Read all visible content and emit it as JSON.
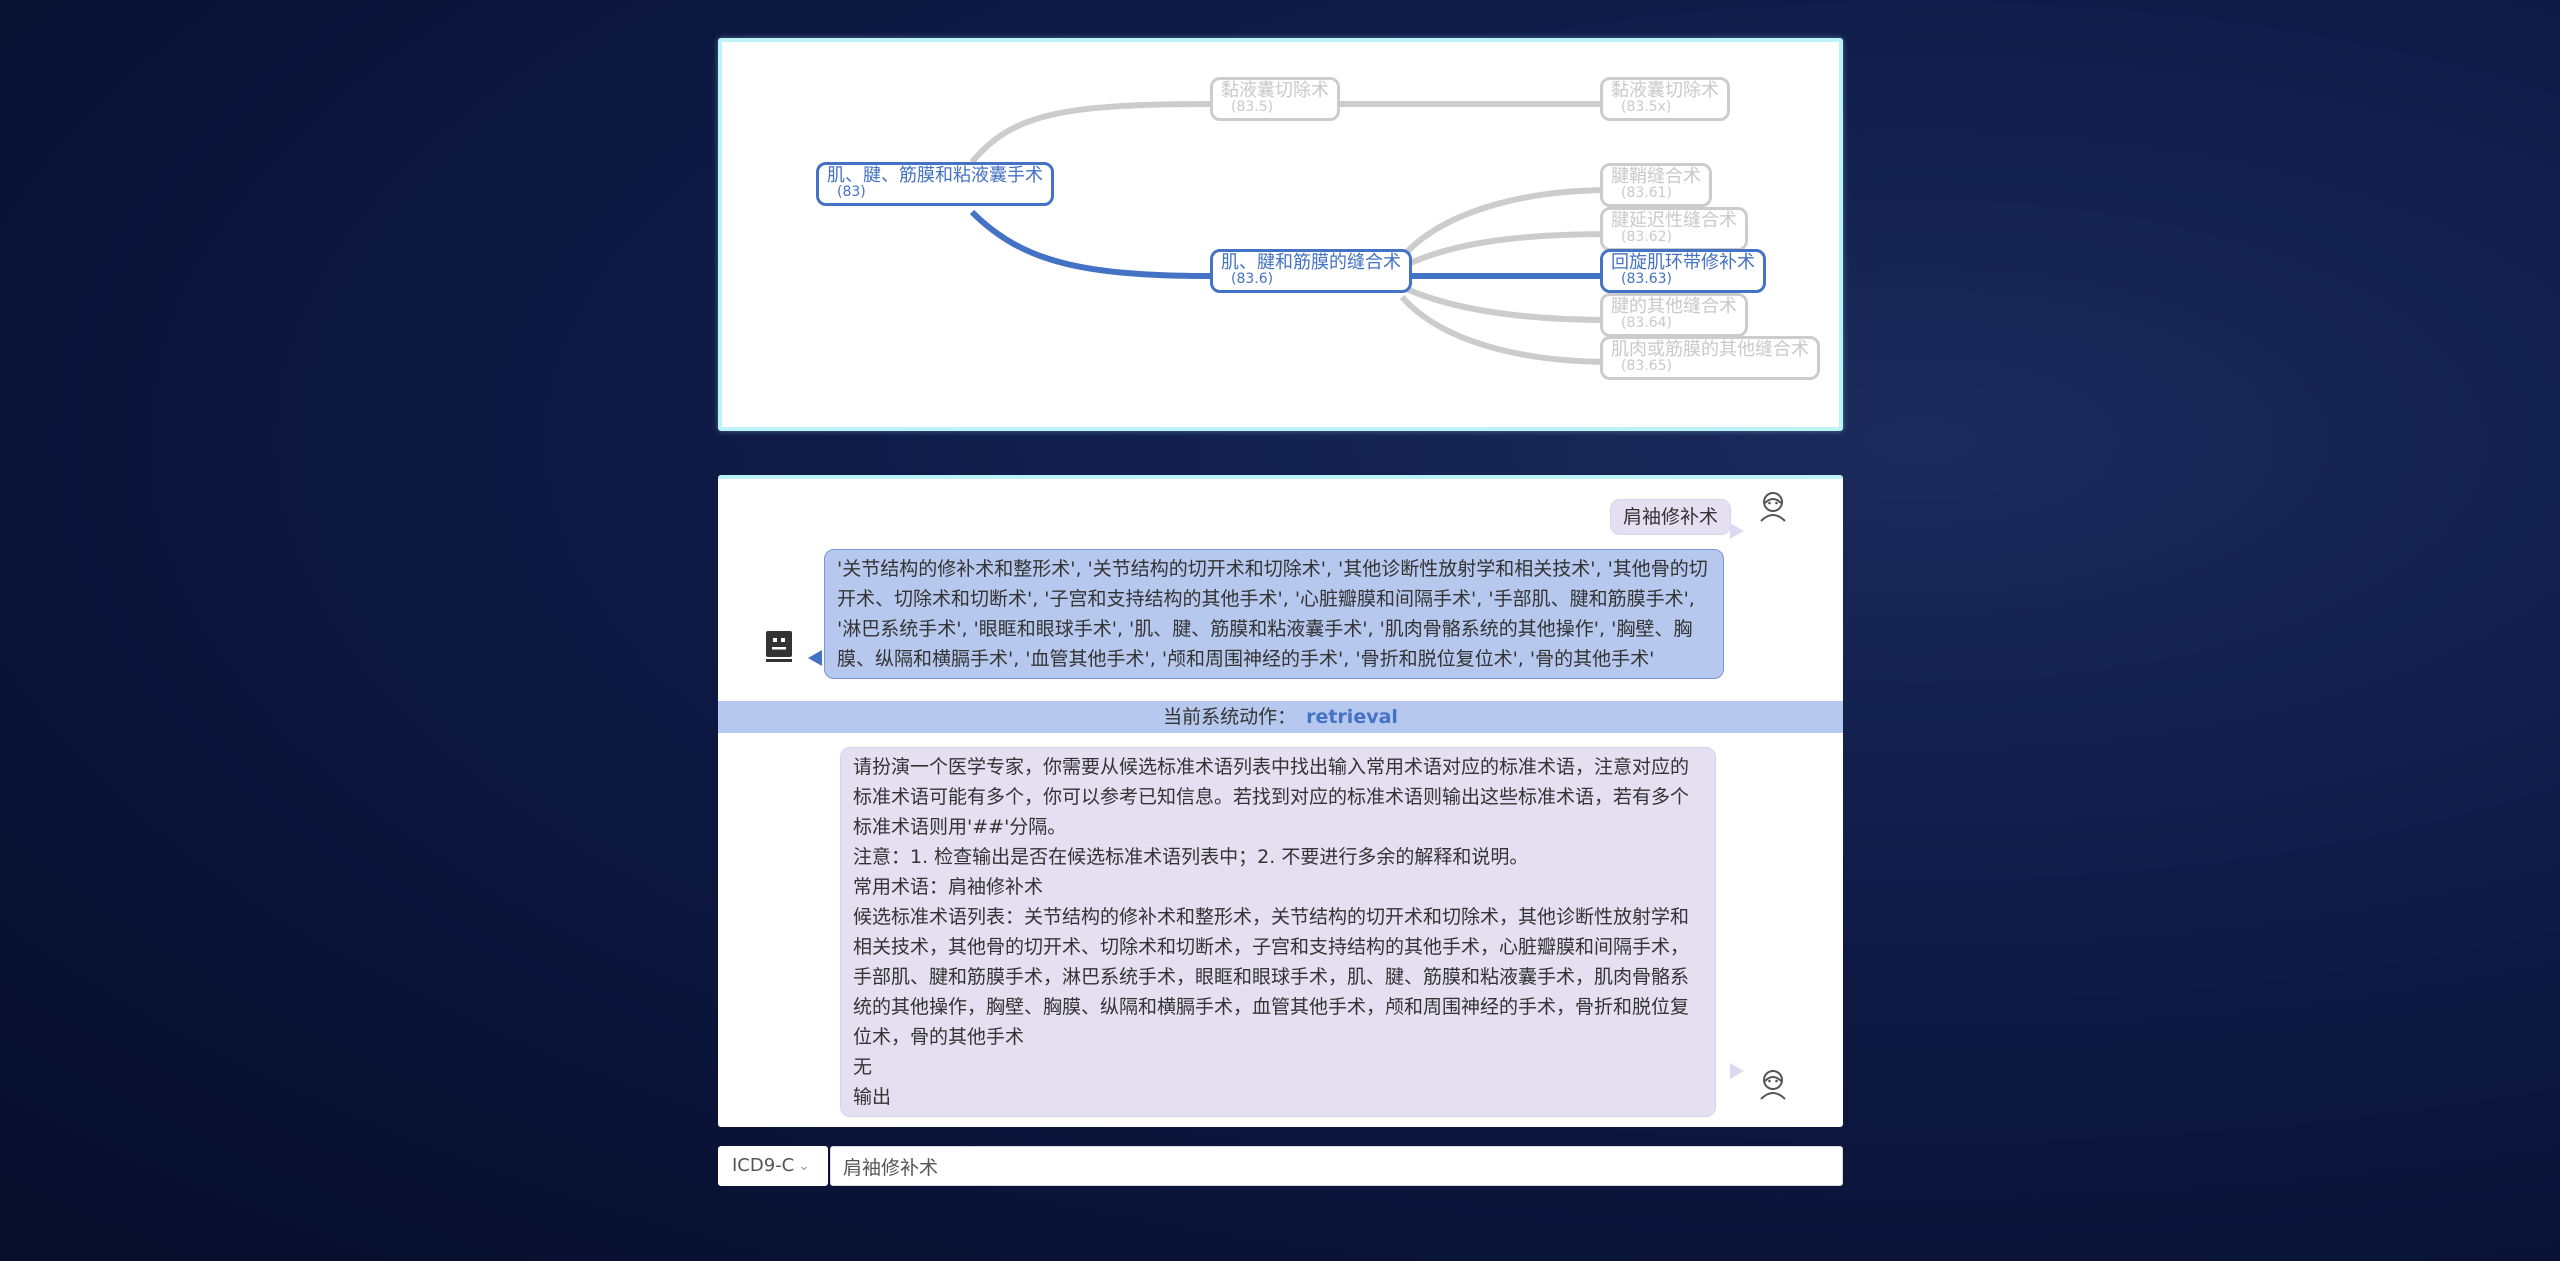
{
  "colors": {
    "accent": "#4472c4",
    "inactive": "#cccccc",
    "panel_border": "#bdf3f6",
    "bot_bubble": "#b7c8ee",
    "user_bubble": "#e4e0f2"
  },
  "tree": {
    "nodes": [
      {
        "id": "n83",
        "name": "肌、腱、筋膜和粘液囊手术",
        "code": "(83)",
        "active": true
      },
      {
        "id": "n835",
        "name": "黏液囊切除术",
        "code": "(83.5)",
        "active": false
      },
      {
        "id": "n835x",
        "name": "黏液囊切除术",
        "code": "(83.5x)",
        "active": false
      },
      {
        "id": "n836",
        "name": "肌、腱和筋膜的缝合术",
        "code": "(83.6)",
        "active": true
      },
      {
        "id": "n8361",
        "name": "腱鞘缝合术",
        "code": "(83.61)",
        "active": false
      },
      {
        "id": "n8362",
        "name": "腱延迟性缝合术",
        "code": "(83.62)",
        "active": false
      },
      {
        "id": "n8363",
        "name": "回旋肌环带修补术",
        "code": "(83.63)",
        "active": true
      },
      {
        "id": "n8364",
        "name": "腱的其他缝合术",
        "code": "(83.64)",
        "active": false
      },
      {
        "id": "n8365",
        "name": "肌肉或筋膜的其他缝合术",
        "code": "(83.65)",
        "active": false
      }
    ]
  },
  "chat": {
    "user_query": "肩袖修补术",
    "bot_reply": "'关节结构的修补术和整形术', '关节结构的切开术和切除术', '其他诊断性放射学和相关技术', '其他骨的切开术、切除术和切断术', '子宫和支持结构的其他手术', '心脏瓣膜和间隔手术', '手部肌、腱和筋膜手术', '淋巴系统手术', '眼眶和眼球手术', '肌、腱、筋膜和粘液囊手术', '肌肉骨骼系统的其他操作', '胸壁、胸膜、纵隔和横膈手术', '血管其他手术', '颅和周围神经的手术', '骨折和脱位复位术', '骨的其他手术'",
    "action_label": "当前系统动作：",
    "action_value": "retrieval",
    "prompt_lines": [
      "请扮演一个医学专家，你需要从候选标准术语列表中找出输入常用术语对应的标准术语，注意对应的标准术语可能有多个，你可以参考已知信息。若找到对应的标准术语则输出这些标准术语，若有多个标准术语则用'##'分隔。",
      "注意：1. 检查输出是否在候选标准术语列表中；2. 不要进行多余的解释和说明。",
      "常用术语：肩袖修补术",
      "候选标准术语列表：关节结构的修补术和整形术，关节结构的切开术和切除术，其他诊断性放射学和相关技术，其他骨的切开术、切除术和切断术，子宫和支持结构的其他手术，心脏瓣膜和间隔手术，手部肌、腱和筋膜手术，淋巴系统手术，眼眶和眼球手术，肌、腱、筋膜和粘液囊手术，肌肉骨骼系统的其他操作，胸壁、胸膜、纵隔和横膈手术，血管其他手术，颅和周围神经的手术，骨折和脱位复位术，骨的其他手术",
      "无",
      "输出"
    ]
  },
  "input": {
    "select_value": "ICD9-C",
    "query_value": "肩袖修补术"
  }
}
